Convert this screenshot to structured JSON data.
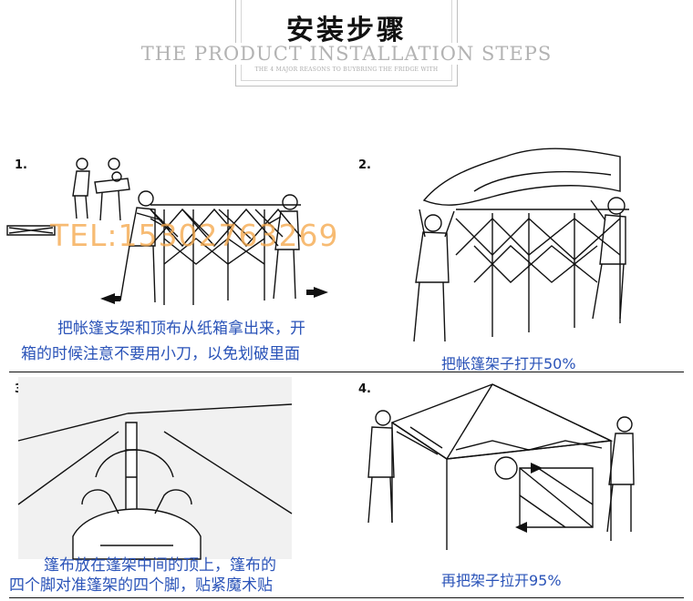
{
  "header": {
    "title_cn": "安装步骤",
    "title_en": "THE PRODUCT INSTALLATION STEPS",
    "subtitle_en": "THE 4 MAJOR REASONS TO BUYBRING THE FRIDGE WITH"
  },
  "watermark": {
    "tel": "TEL:15302763269",
    "color": "#f5a94d"
  },
  "steps": [
    {
      "number": "1.",
      "caption_lines": [
        "把帐篷支架和顶布从纸箱拿出来，开",
        "箱的时候注意不要用小刀，以免划破里面"
      ]
    },
    {
      "number": "2.",
      "caption_lines": [
        "把帐篷架子打开50%"
      ]
    },
    {
      "number": "3.",
      "caption_lines": [
        "篷布放在篷架中间的顶上，篷布的",
        "四个脚对准篷架的四个脚，贴紧魔术贴"
      ]
    },
    {
      "number": "4.",
      "caption_lines": [
        "再把架子拉开95%"
      ]
    }
  ],
  "colors": {
    "caption": "#2a53b8",
    "line": "#111111",
    "title_en": "#b3b3b3"
  }
}
